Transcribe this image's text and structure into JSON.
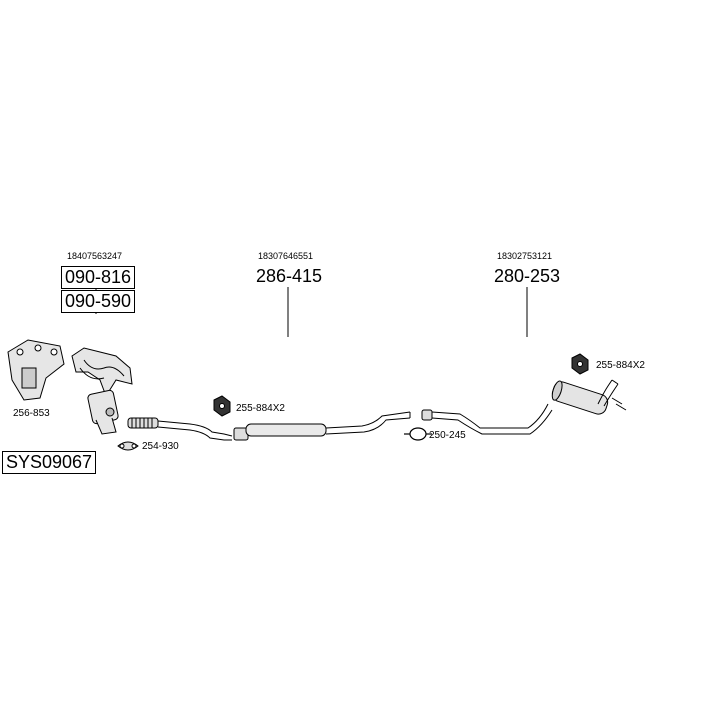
{
  "diagram_title": "SYS09067",
  "sections": [
    {
      "oe_number": "18407563247",
      "parts": [
        "090-816",
        "090-590"
      ]
    },
    {
      "oe_number": "18307646551",
      "parts": [
        "286-415"
      ]
    },
    {
      "oe_number": "18302753121",
      "parts": [
        "280-253"
      ]
    }
  ],
  "accessories": {
    "manifold_gasket": "256-853",
    "clamp_front": "254-930",
    "mount_front": "255-884X2",
    "clamp_middle": "250-245",
    "mount_rear": "255-884X2"
  },
  "colors": {
    "line": "#000000",
    "fill": "#e6e6e6",
    "dark": "#333333"
  }
}
